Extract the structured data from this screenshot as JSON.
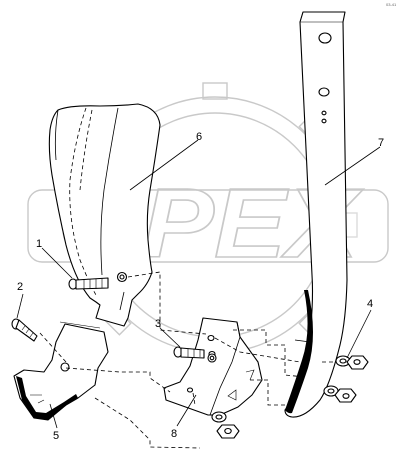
{
  "drawing_ref": "03-41",
  "watermark": {
    "text": "OPEX",
    "color": "#c9c9c9"
  },
  "callouts": [
    {
      "number": "1"
    },
    {
      "number": "2"
    },
    {
      "number": "3"
    },
    {
      "number": "4"
    },
    {
      "number": "5"
    },
    {
      "number": "6"
    },
    {
      "number": "7"
    },
    {
      "number": "8"
    }
  ],
  "colors": {
    "line": "#000000",
    "background": "#ffffff"
  }
}
